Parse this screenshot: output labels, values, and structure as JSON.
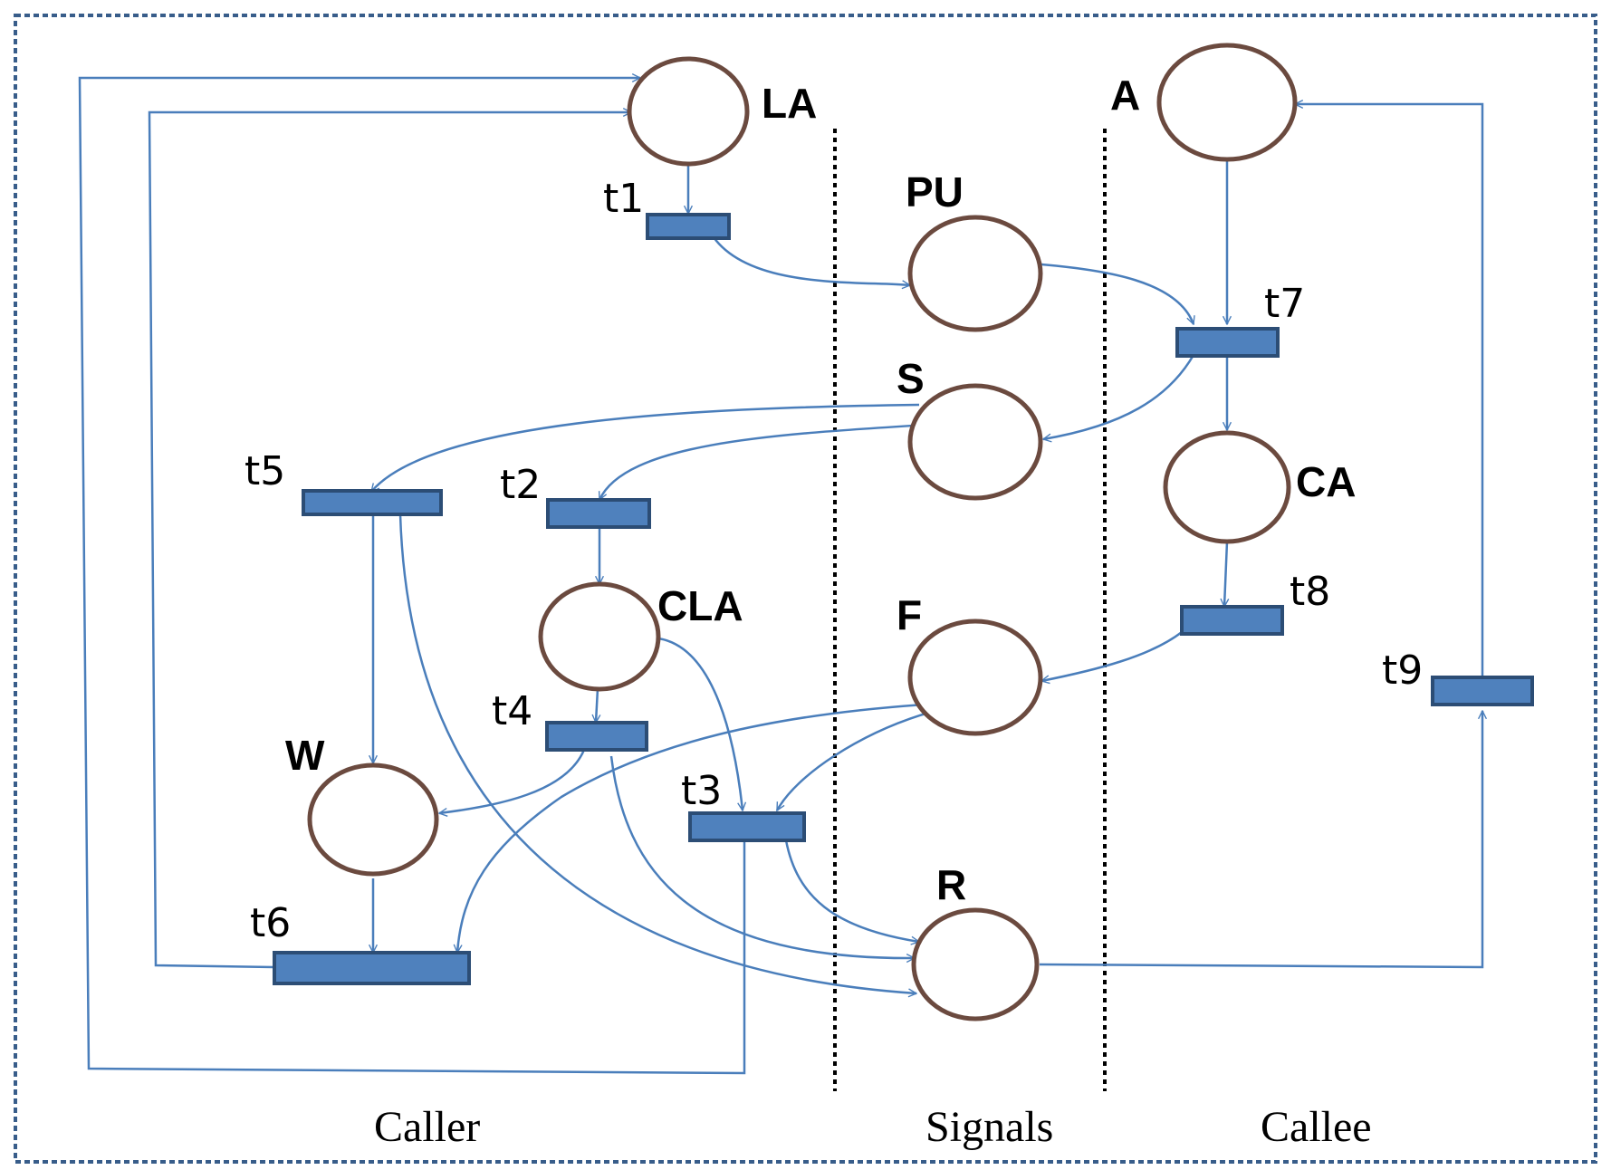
{
  "places": [
    {
      "id": "LA",
      "label": "LA"
    },
    {
      "id": "A",
      "label": "A"
    },
    {
      "id": "PU",
      "label": "PU"
    },
    {
      "id": "S",
      "label": "S"
    },
    {
      "id": "CA",
      "label": "CA"
    },
    {
      "id": "CLA",
      "label": "CLA"
    },
    {
      "id": "F",
      "label": "F"
    },
    {
      "id": "W",
      "label": "W"
    },
    {
      "id": "R",
      "label": "R"
    }
  ],
  "transitions": [
    {
      "id": "t1",
      "label": "t1"
    },
    {
      "id": "t2",
      "label": "t2"
    },
    {
      "id": "t3",
      "label": "t3"
    },
    {
      "id": "t4",
      "label": "t4"
    },
    {
      "id": "t5",
      "label": "t5"
    },
    {
      "id": "t6",
      "label": "t6"
    },
    {
      "id": "t7",
      "label": "t7"
    },
    {
      "id": "t8",
      "label": "t8"
    },
    {
      "id": "t9",
      "label": "t9"
    }
  ],
  "arcs": [
    [
      "LA",
      "t1"
    ],
    [
      "t1",
      "PU"
    ],
    [
      "PU",
      "t7"
    ],
    [
      "A",
      "t7"
    ],
    [
      "t7",
      "S"
    ],
    [
      "t7",
      "CA"
    ],
    [
      "CA",
      "t8"
    ],
    [
      "t8",
      "F"
    ],
    [
      "S",
      "t5"
    ],
    [
      "S",
      "t2"
    ],
    [
      "t2",
      "CLA"
    ],
    [
      "CLA",
      "t4"
    ],
    [
      "CLA",
      "t3"
    ],
    [
      "F",
      "t3"
    ],
    [
      "F",
      "t6"
    ],
    [
      "t4",
      "W"
    ],
    [
      "t4",
      "R"
    ],
    [
      "t5",
      "W"
    ],
    [
      "t5",
      "R"
    ],
    [
      "t3",
      "R"
    ],
    [
      "t3",
      "LA"
    ],
    [
      "W",
      "t6"
    ],
    [
      "t6",
      "LA"
    ],
    [
      "R",
      "t9"
    ],
    [
      "t9",
      "A"
    ]
  ],
  "regions": [
    {
      "id": "caller",
      "label": "Caller"
    },
    {
      "id": "signals",
      "label": "Signals"
    },
    {
      "id": "callee",
      "label": "Callee"
    }
  ],
  "colors": {
    "arc": "#4a7ebb",
    "place_stroke": "#6b4a3f",
    "transition_fill": "#4f81bd",
    "transition_stroke": "#2c4d75",
    "frame": "#385d8a"
  }
}
